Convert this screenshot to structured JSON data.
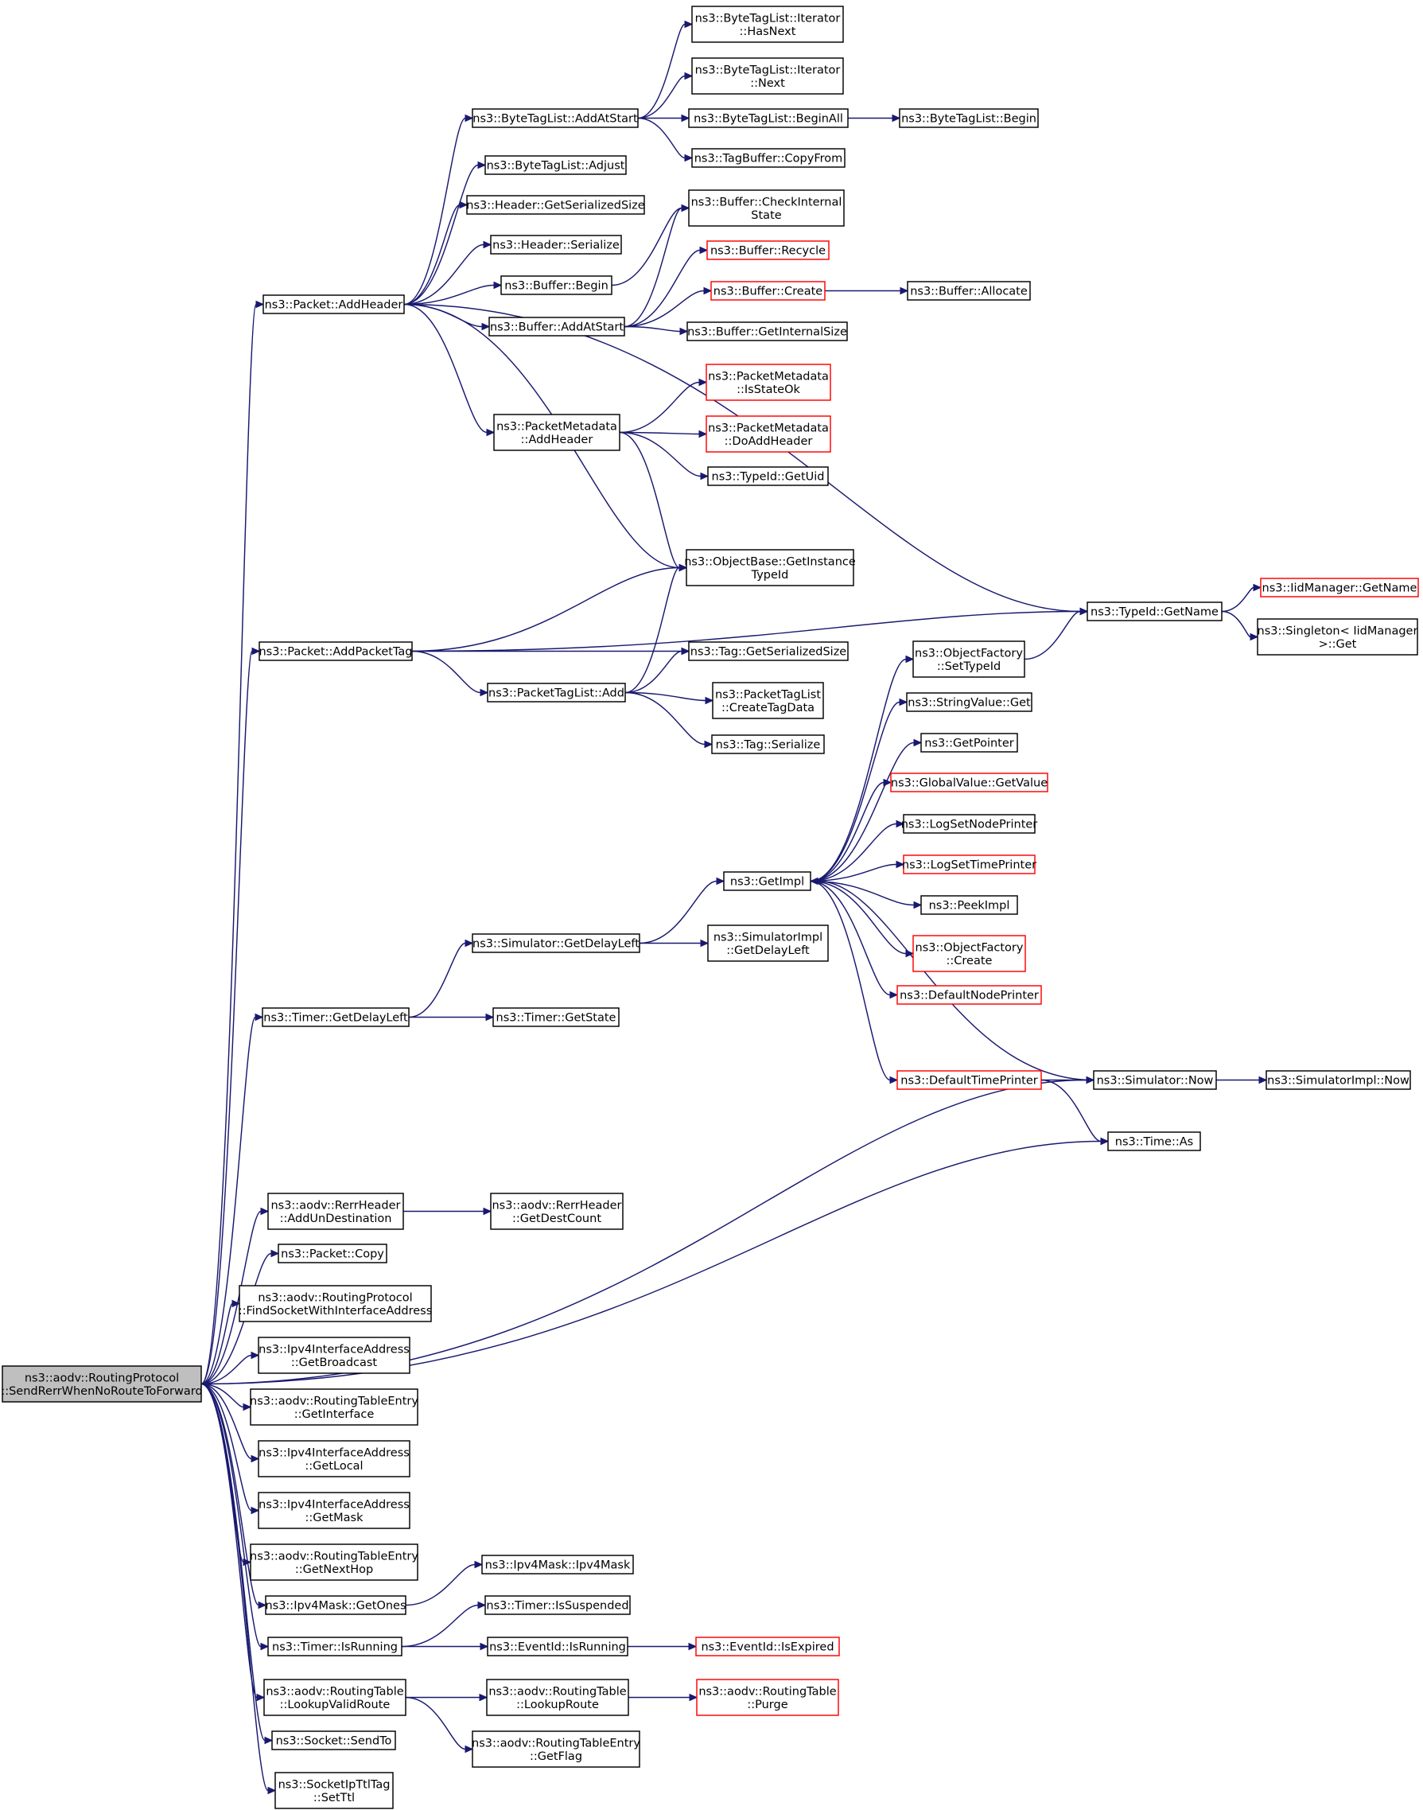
{
  "graph": {
    "nodes": [
      {
        "id": "root",
        "lines": [
          "ns3::aodv::RoutingProtocol",
          "::SendRerrWhenNoRouteToForward"
        ],
        "style": "root"
      },
      {
        "id": "pktAddHeader",
        "lines": [
          "ns3::Packet::AddHeader"
        ],
        "style": "normal"
      },
      {
        "id": "pktAddPacketTag",
        "lines": [
          "ns3::Packet::AddPacketTag"
        ],
        "style": "normal"
      },
      {
        "id": "timerGetDelayLeft",
        "lines": [
          "ns3::Timer::GetDelayLeft"
        ],
        "style": "normal"
      },
      {
        "id": "rerrAddUnDest",
        "lines": [
          "ns3::aodv::RerrHeader",
          "::AddUnDestination"
        ],
        "style": "normal"
      },
      {
        "id": "pktCopy",
        "lines": [
          "ns3::Packet::Copy"
        ],
        "style": "normal"
      },
      {
        "id": "findSocket",
        "lines": [
          "ns3::aodv::RoutingProtocol",
          "::FindSocketWithInterfaceAddress"
        ],
        "style": "normal"
      },
      {
        "id": "getBroadcast",
        "lines": [
          "ns3::Ipv4InterfaceAddress",
          "::GetBroadcast"
        ],
        "style": "normal"
      },
      {
        "id": "rteGetInterface",
        "lines": [
          "ns3::aodv::RoutingTableEntry",
          "::GetInterface"
        ],
        "style": "normal"
      },
      {
        "id": "getLocal",
        "lines": [
          "ns3::Ipv4InterfaceAddress",
          "::GetLocal"
        ],
        "style": "normal"
      },
      {
        "id": "getMask",
        "lines": [
          "ns3::Ipv4InterfaceAddress",
          "::GetMask"
        ],
        "style": "normal"
      },
      {
        "id": "rteGetNextHop",
        "lines": [
          "ns3::aodv::RoutingTableEntry",
          "::GetNextHop"
        ],
        "style": "normal"
      },
      {
        "id": "maskGetOnes",
        "lines": [
          "ns3::Ipv4Mask::GetOnes"
        ],
        "style": "normal"
      },
      {
        "id": "timerIsRunning",
        "lines": [
          "ns3::Timer::IsRunning"
        ],
        "style": "normal"
      },
      {
        "id": "lookupValidRoute",
        "lines": [
          "ns3::aodv::RoutingTable",
          "::LookupValidRoute"
        ],
        "style": "normal"
      },
      {
        "id": "socketSendTo",
        "lines": [
          "ns3::Socket::SendTo"
        ],
        "style": "normal"
      },
      {
        "id": "setTtl",
        "lines": [
          "ns3::SocketIpTtlTag",
          "::SetTtl"
        ],
        "style": "normal"
      },
      {
        "id": "btlAddAtStart",
        "lines": [
          "ns3::ByteTagList::AddAtStart"
        ],
        "style": "normal"
      },
      {
        "id": "btlAdjust",
        "lines": [
          "ns3::ByteTagList::Adjust"
        ],
        "style": "normal"
      },
      {
        "id": "hdrGetSerSize",
        "lines": [
          "ns3::Header::GetSerializedSize"
        ],
        "style": "normal"
      },
      {
        "id": "hdrSerialize",
        "lines": [
          "ns3::Header::Serialize"
        ],
        "style": "normal"
      },
      {
        "id": "bufBegin",
        "lines": [
          "ns3::Buffer::Begin"
        ],
        "style": "normal"
      },
      {
        "id": "bufAddAtStart",
        "lines": [
          "ns3::Buffer::AddAtStart"
        ],
        "style": "normal"
      },
      {
        "id": "pmAddHeader",
        "lines": [
          "ns3::PacketMetadata",
          "::AddHeader"
        ],
        "style": "normal"
      },
      {
        "id": "obGetInstTypeId",
        "lines": [
          "ns3::ObjectBase::GetInstance",
          "TypeId"
        ],
        "style": "normal"
      },
      {
        "id": "typeIdGetName",
        "lines": [
          "ns3::TypeId::GetName"
        ],
        "style": "normal"
      },
      {
        "id": "tagGetSerSize",
        "lines": [
          "ns3::Tag::GetSerializedSize"
        ],
        "style": "normal"
      },
      {
        "id": "ptlAdd",
        "lines": [
          "ns3::PacketTagList::Add"
        ],
        "style": "normal"
      },
      {
        "id": "simGetDelayLeft",
        "lines": [
          "ns3::Simulator::GetDelayLeft"
        ],
        "style": "normal"
      },
      {
        "id": "timerGetState",
        "lines": [
          "ns3::Timer::GetState"
        ],
        "style": "normal"
      },
      {
        "id": "simNow",
        "lines": [
          "ns3::Simulator::Now"
        ],
        "style": "normal"
      },
      {
        "id": "timeAs",
        "lines": [
          "ns3::Time::As"
        ],
        "style": "normal"
      },
      {
        "id": "rerrGetDestCount",
        "lines": [
          "ns3::aodv::RerrHeader",
          "::GetDestCount"
        ],
        "style": "normal"
      },
      {
        "id": "maskIpv4Mask",
        "lines": [
          "ns3::Ipv4Mask::Ipv4Mask"
        ],
        "style": "normal"
      },
      {
        "id": "timerIsSuspended",
        "lines": [
          "ns3::Timer::IsSuspended"
        ],
        "style": "normal"
      },
      {
        "id": "eventIsRunning",
        "lines": [
          "ns3::EventId::IsRunning"
        ],
        "style": "normal"
      },
      {
        "id": "rtLookupRoute",
        "lines": [
          "ns3::aodv::RoutingTable",
          "::LookupRoute"
        ],
        "style": "normal"
      },
      {
        "id": "rteGetFlag",
        "lines": [
          "ns3::aodv::RoutingTableEntry",
          "::GetFlag"
        ],
        "style": "normal"
      },
      {
        "id": "itHasNext",
        "lines": [
          "ns3::ByteTagList::Iterator",
          "::HasNext"
        ],
        "style": "normal"
      },
      {
        "id": "itNext",
        "lines": [
          "ns3::ByteTagList::Iterator",
          "::Next"
        ],
        "style": "normal"
      },
      {
        "id": "btlBeginAll",
        "lines": [
          "ns3::ByteTagList::BeginAll"
        ],
        "style": "normal"
      },
      {
        "id": "tbCopyFrom",
        "lines": [
          "ns3::TagBuffer::CopyFrom"
        ],
        "style": "normal"
      },
      {
        "id": "bufCheckInternal",
        "lines": [
          "ns3::Buffer::CheckInternal",
          "State"
        ],
        "style": "normal"
      },
      {
        "id": "bufRecycle",
        "lines": [
          "ns3::Buffer::Recycle"
        ],
        "style": "red"
      },
      {
        "id": "bufCreate",
        "lines": [
          "ns3::Buffer::Create"
        ],
        "style": "red"
      },
      {
        "id": "bufGetInternalSize",
        "lines": [
          "ns3::Buffer::GetInternalSize"
        ],
        "style": "normal"
      },
      {
        "id": "pmIsStateOk",
        "lines": [
          "ns3::PacketMetadata",
          "::IsStateOk"
        ],
        "style": "red"
      },
      {
        "id": "pmDoAddHeader",
        "lines": [
          "ns3::PacketMetadata",
          "::DoAddHeader"
        ],
        "style": "red"
      },
      {
        "id": "typeIdGetUid",
        "lines": [
          "ns3::TypeId::GetUid"
        ],
        "style": "normal"
      },
      {
        "id": "ptlCreateTagData",
        "lines": [
          "ns3::PacketTagList",
          "::CreateTagData"
        ],
        "style": "normal"
      },
      {
        "id": "tagSerialize",
        "lines": [
          "ns3::Tag::Serialize"
        ],
        "style": "normal"
      },
      {
        "id": "getImpl",
        "lines": [
          "ns3::GetImpl"
        ],
        "style": "normal"
      },
      {
        "id": "simImplGetDelayLeft",
        "lines": [
          "ns3::SimulatorImpl",
          "::GetDelayLeft"
        ],
        "style": "normal"
      },
      {
        "id": "btlBegin",
        "lines": [
          "ns3::ByteTagList::Begin"
        ],
        "style": "normal"
      },
      {
        "id": "bufAllocate",
        "lines": [
          "ns3::Buffer::Allocate"
        ],
        "style": "normal"
      },
      {
        "id": "ofSetTypeId",
        "lines": [
          "ns3::ObjectFactory",
          "::SetTypeId"
        ],
        "style": "normal"
      },
      {
        "id": "strValGet",
        "lines": [
          "ns3::StringValue::Get"
        ],
        "style": "normal"
      },
      {
        "id": "getPointer",
        "lines": [
          "ns3::GetPointer"
        ],
        "style": "normal"
      },
      {
        "id": "gvGetValue",
        "lines": [
          "ns3::GlobalValue::GetValue"
        ],
        "style": "red"
      },
      {
        "id": "logSetNodePrinter",
        "lines": [
          "ns3::LogSetNodePrinter"
        ],
        "style": "normal"
      },
      {
        "id": "logSetTimePrinter",
        "lines": [
          "ns3::LogSetTimePrinter"
        ],
        "style": "red"
      },
      {
        "id": "peekImpl",
        "lines": [
          "ns3::PeekImpl"
        ],
        "style": "normal"
      },
      {
        "id": "ofCreate",
        "lines": [
          "ns3::ObjectFactory",
          "::Create"
        ],
        "style": "red"
      },
      {
        "id": "defNodePrinter",
        "lines": [
          "ns3::DefaultNodePrinter"
        ],
        "style": "red"
      },
      {
        "id": "defTimePrinter",
        "lines": [
          "ns3::DefaultTimePrinter"
        ],
        "style": "red"
      },
      {
        "id": "eventIsExpired",
        "lines": [
          "ns3::EventId::IsExpired"
        ],
        "style": "red"
      },
      {
        "id": "rtPurge",
        "lines": [
          "ns3::aodv::RoutingTable",
          "::Purge"
        ],
        "style": "red"
      },
      {
        "id": "iidGetName",
        "lines": [
          "ns3::IidManager::GetName"
        ],
        "style": "red"
      },
      {
        "id": "singletonGet",
        "lines": [
          "ns3::Singleton< IidManager",
          ">::Get"
        ],
        "style": "normal"
      },
      {
        "id": "simImplNow",
        "lines": [
          "ns3::SimulatorImpl::Now"
        ],
        "style": "normal"
      }
    ]
  }
}
